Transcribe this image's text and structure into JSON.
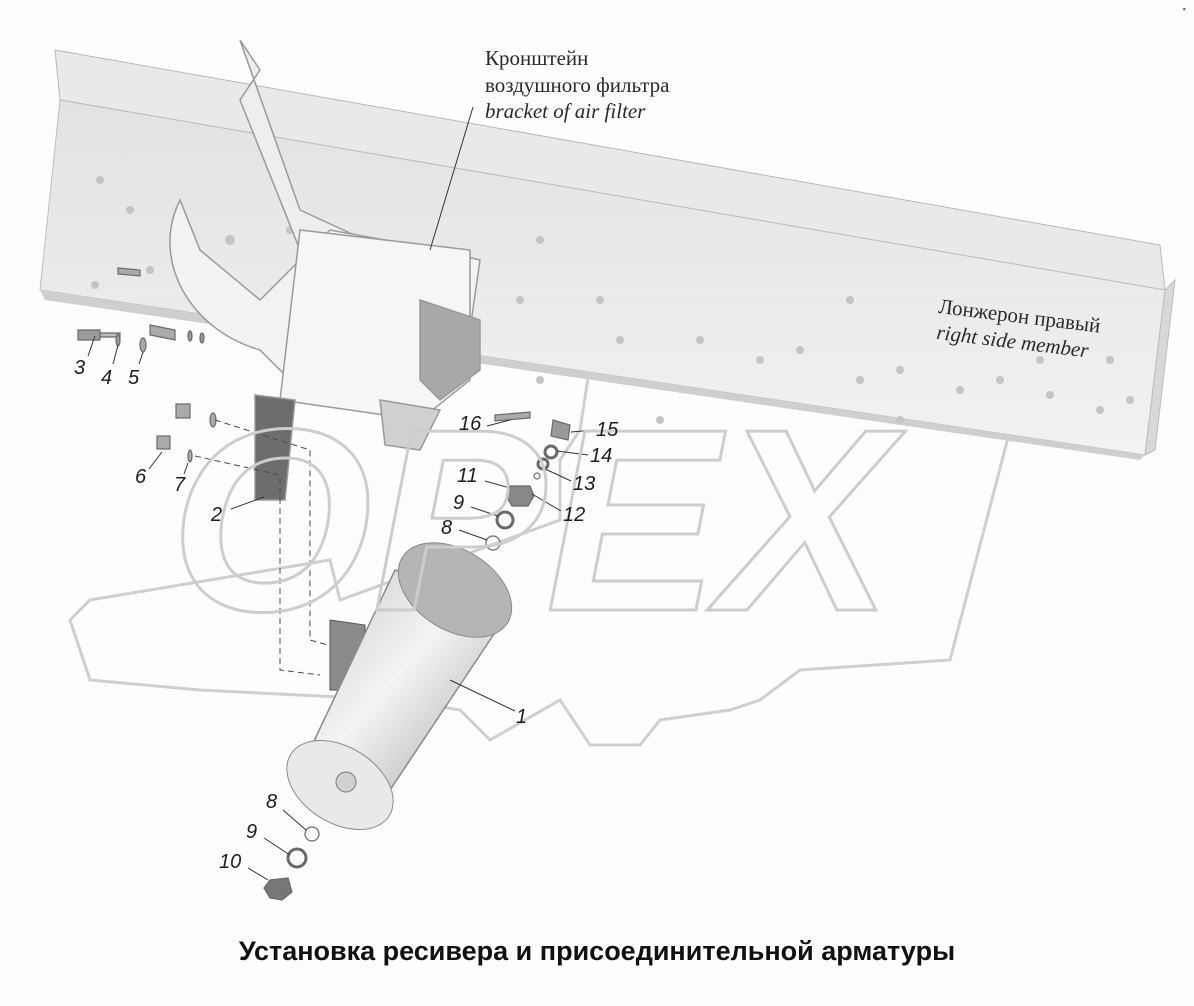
{
  "callouts": {
    "bracket_ru_1": "Кронштейн",
    "bracket_ru_2": "воздушного фильтра",
    "bracket_en": "bracket of air filter",
    "member_ru": "Лонжерон правый",
    "member_en": "right side member"
  },
  "parts": {
    "p1": "1",
    "p2": "2",
    "p3": "3",
    "p4": "4",
    "p5": "5",
    "p6": "6",
    "p7": "7",
    "p8a": "8",
    "p8b": "8",
    "p9a": "9",
    "p9b": "9",
    "p10": "10",
    "p11": "11",
    "p12": "12",
    "p13": "13",
    "p14": "14",
    "p15": "15",
    "p16": "16"
  },
  "watermark": "OPEX",
  "caption": "Установка ресивера и присоединительной арматуры",
  "corner_mark": "▪"
}
